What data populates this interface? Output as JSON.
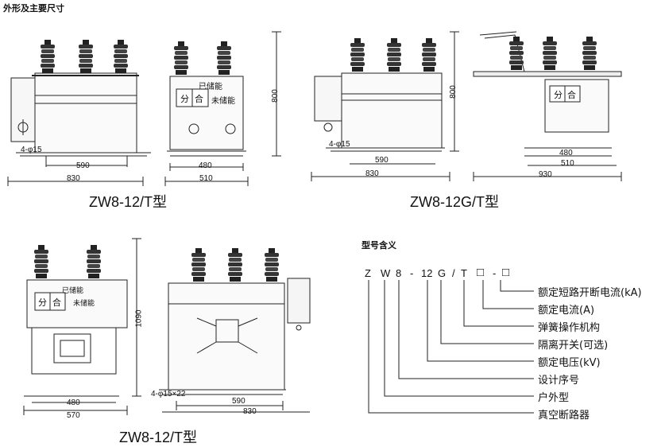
{
  "page_title": "外形及主要尺寸",
  "model_title": "型号含义",
  "labels": {
    "top_left": "ZW8-12/T型",
    "top_right": "ZW8-12G/T型",
    "bottom": "ZW8-12/T型"
  },
  "dims": {
    "d830": "830",
    "d590": "590",
    "d480": "480",
    "d510": "510",
    "d800": "800",
    "d930": "930",
    "d570": "570",
    "d1090": "1090",
    "hole1": "4-φ15",
    "hole2": "4-φ15×22"
  },
  "panel": {
    "stored": "已储能",
    "not_stored": "未储能",
    "open": "分",
    "close": "合"
  },
  "model_code": [
    "Z",
    "W",
    "8",
    "-",
    "12",
    "G",
    "/",
    "T",
    "□",
    "-",
    "□"
  ],
  "legend": [
    "额定短路开断电流(kA)",
    "额定电流(A)",
    "弹簧操作机构",
    "隔离开关(可选)",
    "额定电压(kV)",
    "设计序号",
    "户外型",
    "真空断路器"
  ]
}
